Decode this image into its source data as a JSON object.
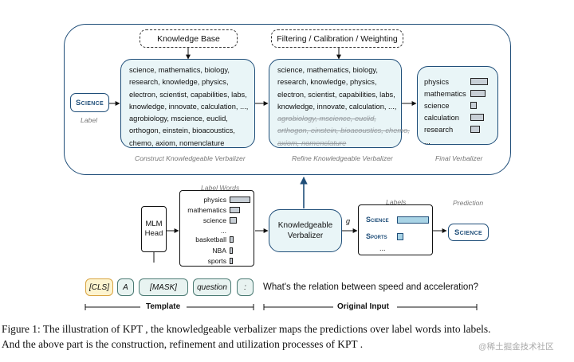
{
  "top": {
    "knowledge_base_label": "Knowledge Base",
    "filter_label": "Filtering / Calibration / Weighting",
    "label_badge": "Science",
    "label_caption": "Label",
    "construct_words": [
      "science, mathematics, biology,",
      "research, knowledge, physics,",
      "electron, scientist, capabilities, labs,",
      "knowledge, innovate, calculation, ...,",
      "agrobiology, mscience,  euclid,",
      "orthogon, einstein, bioacoustics,",
      "chemo, axiom, nomenclature"
    ],
    "refine_words_kept": [
      "science, mathematics, biology,",
      "research, knowledge, physics,",
      "electron, scientist, capabilities, labs,",
      "knowledge, innovate, calculation, ...,"
    ],
    "refine_words_removed": [
      "agrobiology, mscience,  euclid,",
      "orthogon, einstein, bioacoustics, chemo,",
      "axiom, nomenclature"
    ],
    "final_words": [
      "physics",
      "mathematics",
      "science",
      "calculation",
      "research",
      "..."
    ],
    "final_weights": [
      1.0,
      0.85,
      0.35,
      0.75,
      0.55
    ],
    "construct_caption": "Construct Knowledgeable Verbalizer",
    "refine_caption": "Refine Knowledgeable Verbalizer",
    "final_caption": "Final Verbalizer"
  },
  "bottom": {
    "mlm_head": [
      "MLM",
      "Head"
    ],
    "label_words_caption": "Label Words",
    "label_words": [
      "physics",
      "mathematics",
      "science",
      "...",
      "basketball",
      "NBA",
      "sports"
    ],
    "label_word_scores": [
      1.0,
      0.5,
      0.35,
      null,
      0.2,
      0.15,
      0.15
    ],
    "kv_label": [
      "Knowledgeable",
      "Verbalizer"
    ],
    "g_symbol": "g",
    "labels_caption": "Labels",
    "labels": [
      {
        "name": "Science",
        "score": 1.0
      },
      {
        "name": "Sports",
        "score": 0.12
      }
    ],
    "labels_ellipsis": "...",
    "prediction_caption": "Prediction",
    "prediction": "Science",
    "tokens": [
      "[CLS]",
      "A",
      "[MASK]",
      "question",
      ":"
    ],
    "input_text": "What's the relation between speed and acceleration?",
    "template_label": "Template",
    "original_input_label": "Original Input"
  },
  "caption": {
    "line1": "Figure 1: The illustration of KPT , the knowledgeable verbalizer maps the predictions over label words into labels.",
    "line2": "And the above part is the construction, refinement and utilization processes of KPT ."
  },
  "watermark": "@稀土掘金技术社区",
  "colors": {
    "navy": "#1f4e79",
    "teal_fill": "#e9f5f7",
    "bar_fill": "#c8cfd6",
    "label_bar": "#a9d4e6",
    "cls_fill": "#fdf4cf",
    "cls_border": "#d9a441",
    "token_fill": "#e8f3f1"
  }
}
